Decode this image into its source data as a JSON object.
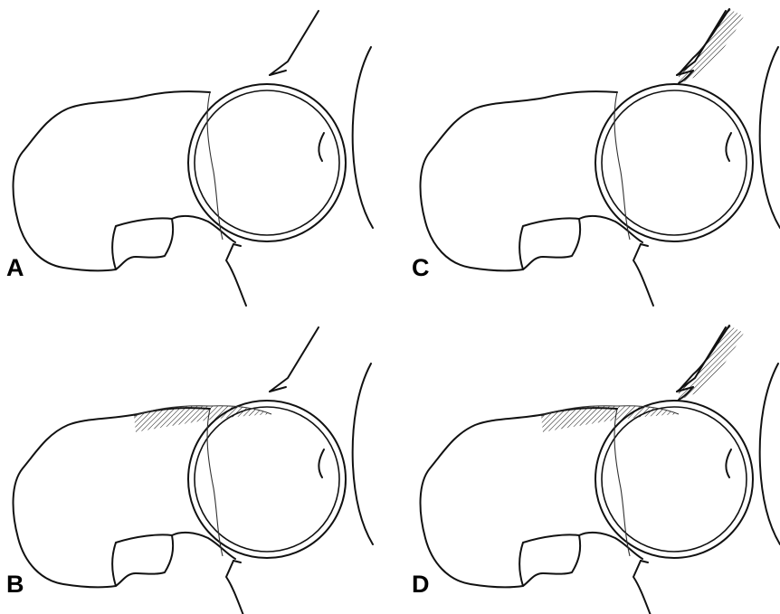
{
  "figure": {
    "panels": [
      {
        "id": "A",
        "label": "A",
        "head_neck_shading": false,
        "rim_shading": false
      },
      {
        "id": "B",
        "label": "B",
        "head_neck_shading": true,
        "rim_shading": false
      },
      {
        "id": "C",
        "label": "C",
        "head_neck_shading": false,
        "rim_shading": true
      },
      {
        "id": "D",
        "label": "D",
        "head_neck_shading": true,
        "rim_shading": true
      }
    ],
    "colors": {
      "line": "#111111",
      "background": "#ffffff"
    }
  }
}
